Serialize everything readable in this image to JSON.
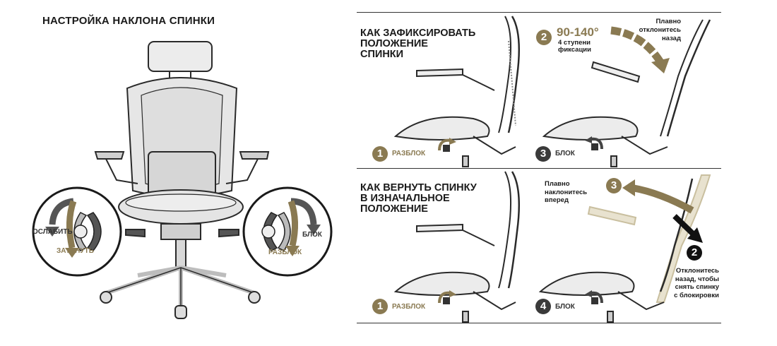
{
  "left_panel": {
    "title": "НАСТРОЙКА НАКЛОНА СПИНКИ",
    "left_knob": {
      "loosen": "ОСЛАБИТЬ",
      "tighten": "ЗАТЯНУТЬ"
    },
    "right_knob": {
      "lock": "БЛОК",
      "unlock": "РАЗБЛОК"
    }
  },
  "fix_section": {
    "heading_lines": [
      "КАК ЗАФИКСИРОВАТЬ",
      "ПОЛОЖЕНИЕ",
      "СПИНКИ"
    ],
    "step1": {
      "number": "1",
      "label": "РАЗБЛОК"
    },
    "step2": {
      "number": "2",
      "angle": "90-140°",
      "sub_lines": [
        "4 ступени",
        "фиксации"
      ]
    },
    "note_lines": [
      "Плавно",
      "отклонитесь",
      "назад"
    ],
    "step3": {
      "number": "3",
      "label": "БЛОК"
    }
  },
  "return_section": {
    "heading_lines": [
      "КАК ВЕРНУТЬ СПИНКУ",
      "В ИЗНАЧАЛЬНОЕ",
      "ПОЛОЖЕНИЕ"
    ],
    "step1": {
      "number": "1",
      "label": "РАЗБЛОК"
    },
    "step3": {
      "number": "3",
      "note_lines": [
        "Плавно",
        "наклонитесь",
        "вперед"
      ]
    },
    "step2": {
      "number": "2",
      "note_lines": [
        "Отклонитесь",
        "назад, чтобы",
        "снять спинку",
        "с блокировки"
      ]
    },
    "step4": {
      "number": "4",
      "label": "БЛОК"
    }
  },
  "colors": {
    "gold": "#8a7a52",
    "dark": "#333333",
    "line": "#2a2a2a",
    "beige": "#e8e2cf"
  }
}
